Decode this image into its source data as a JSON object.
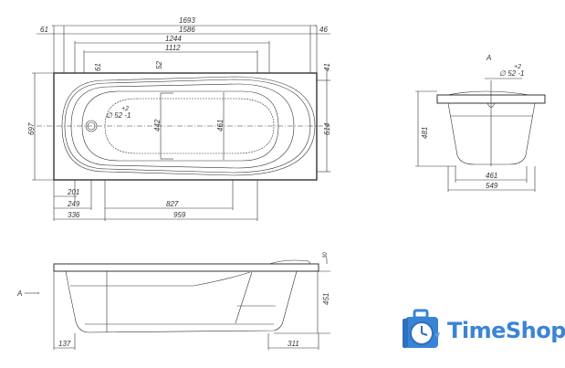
{
  "drawing": {
    "title": "Bathtub technical drawing",
    "top_view": {
      "dims_top": [
        "1693",
        "1586",
        "1244",
        "1112"
      ],
      "dim_left_offset": "61",
      "dim_right_offset": "46",
      "dim_small_left": "61",
      "dim_small_mid": "52",
      "dim_right_top": "41",
      "dim_width_total": "697",
      "dim_inner_width": "614",
      "dim_inner_442": "442",
      "dim_inner_461": "461",
      "drain_label": "∅ 52 -1",
      "drain_tol": "+2",
      "dims_bottom": [
        "201",
        "249",
        "336",
        "827",
        "959"
      ]
    },
    "end_view": {
      "label": "A",
      "drain_label": "∅ 52 -1",
      "drain_tol": "+2",
      "height": "481",
      "bottom_width": "461",
      "overall_width": "549"
    },
    "side_view": {
      "arrow_label": "A",
      "dim_top_right": "30",
      "height": "451",
      "left_offset": "137",
      "right_offset": "311"
    }
  },
  "logo": {
    "text": "TimeShop",
    "color": "#3a84d6"
  }
}
